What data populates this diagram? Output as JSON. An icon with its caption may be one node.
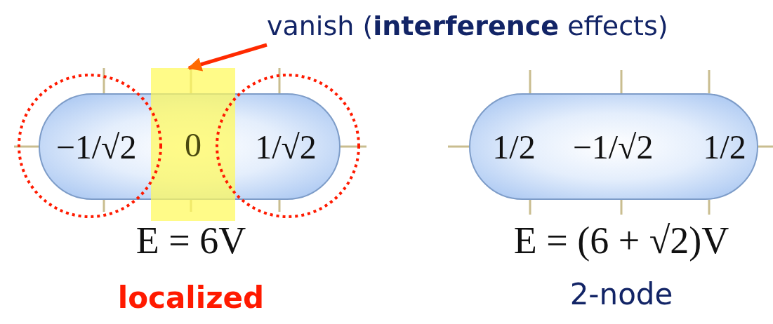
{
  "diagram": {
    "nodes": [
      {
        "text": [
          "vanish (**interference** effects)"
        ]
      },
      {
        "text": [
          "−1/√2",
          "1/√2"
        ],
        "beside": [
          "E = 6V",
          "localized"
        ]
      },
      {
        "text": [
          "0"
        ]
      },
      {
        "text": [
          "1/2",
          "−1/√2",
          "1/2"
        ],
        "beside": [
          "E = (6 + √2)V",
          "2-node"
        ]
      }
    ],
    "edges": [
      {
        "from": 0,
        "to": 2,
        "arrow": "to"
      }
    ]
  }
}
